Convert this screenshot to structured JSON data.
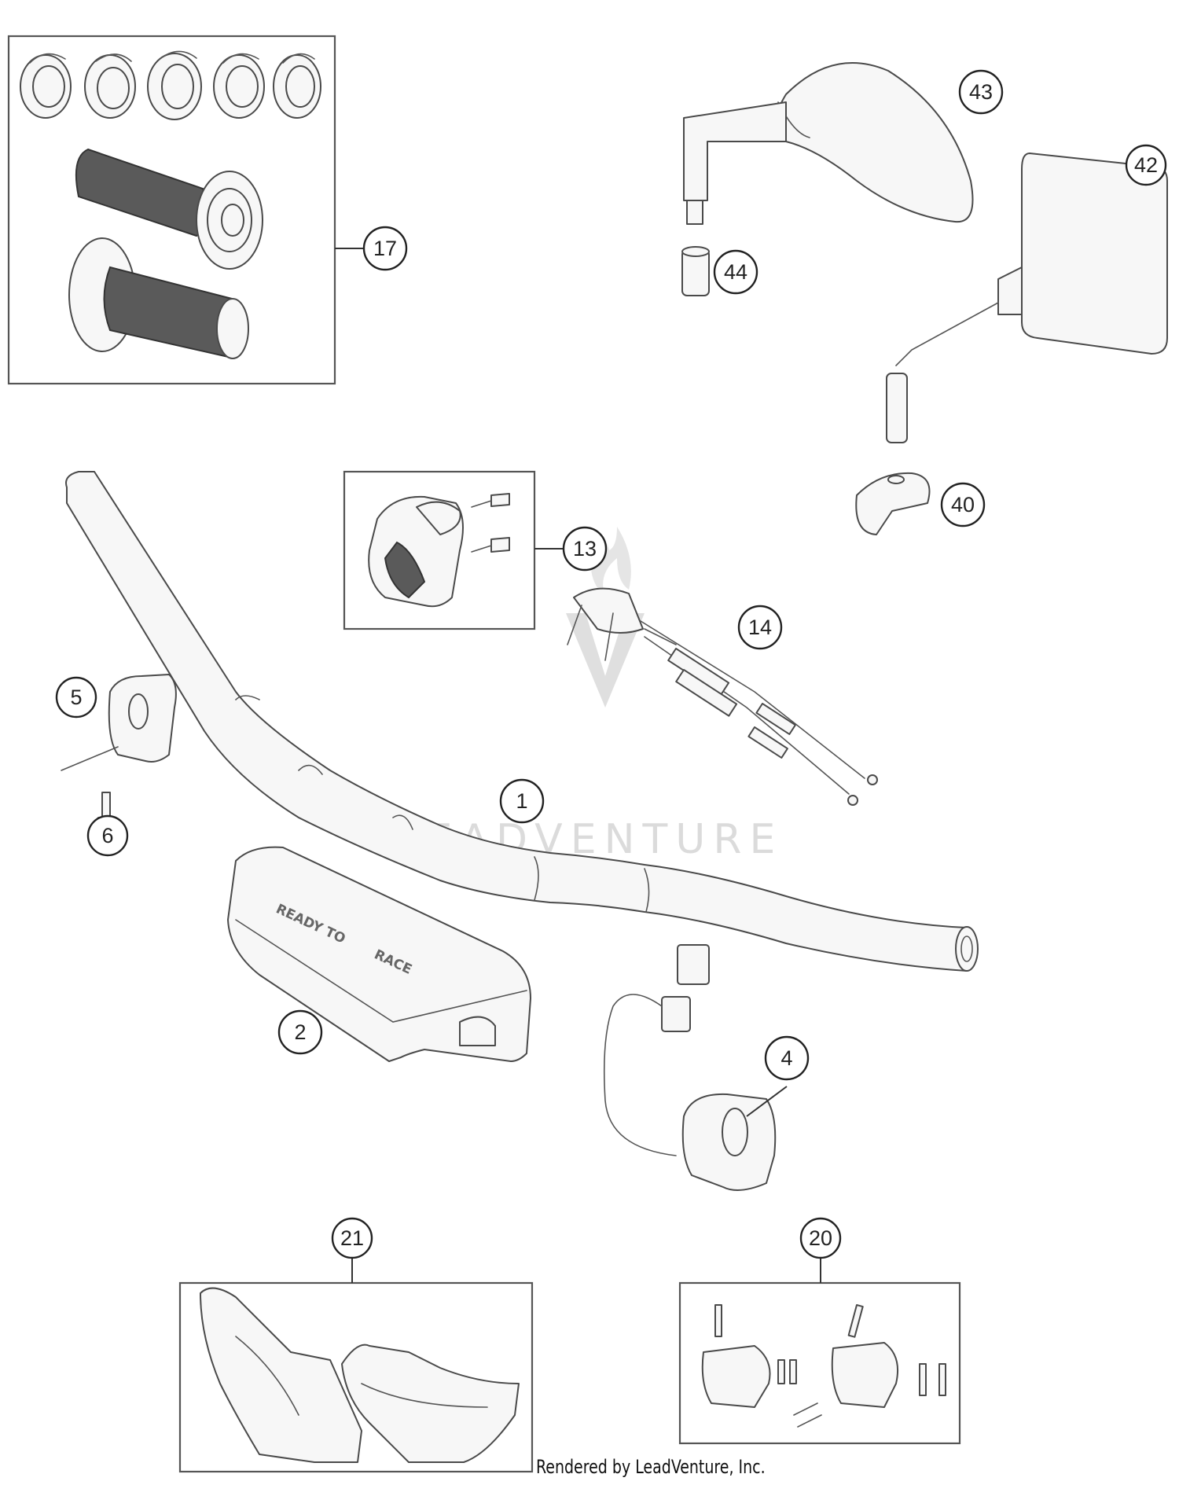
{
  "diagram": {
    "callouts": {
      "c1": "1",
      "c2": "2",
      "c4": "4",
      "c5": "5",
      "c6": "6",
      "c13": "13",
      "c14": "14",
      "c17": "17",
      "c20": "20",
      "c21": "21",
      "c40": "40",
      "c42": "42",
      "c43": "43",
      "c44": "44"
    },
    "pad_print": {
      "left": "READY TO",
      "right": "RACE"
    },
    "watermark": "LEADVENTURE"
  },
  "footer": {
    "text": "Rendered by LeadVenture, Inc."
  }
}
